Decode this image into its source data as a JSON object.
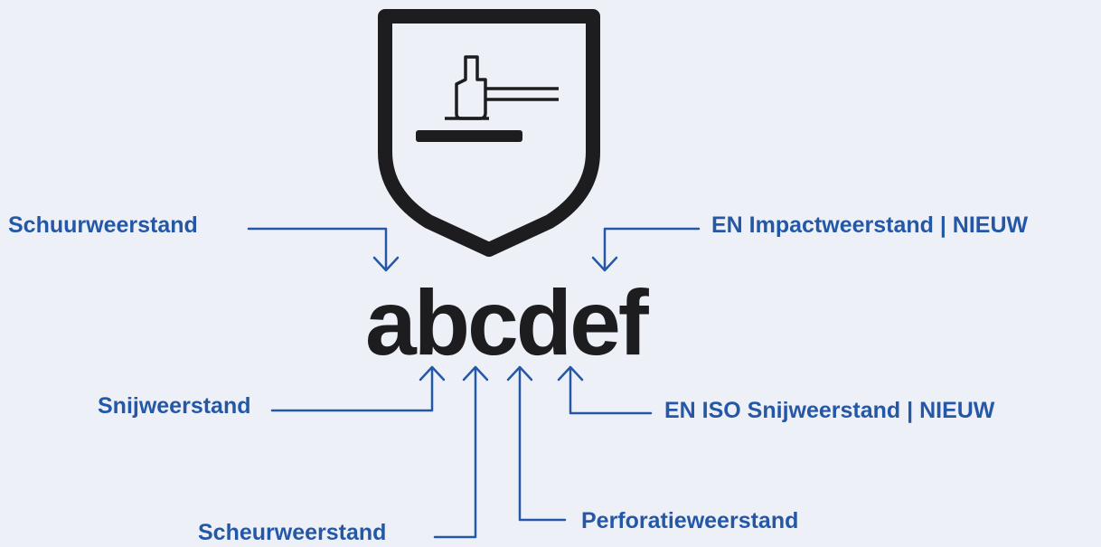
{
  "pictogram": {
    "icon": "shield-hammer-impact-icon",
    "code": "abcdef"
  },
  "labels": {
    "abrasion": "Schuurweerstand",
    "impact": "EN Impactweerstand | NIEUW",
    "cut": "Snijweerstand",
    "iso_cut": "EN ISO Snijweerstand | NIEUW",
    "tear": "Scheurweerstand",
    "puncture": "Perforatieweerstand"
  },
  "colors": {
    "background": "#eef0f8",
    "accent": "#2458a6",
    "shield": "#1d1d1f"
  }
}
